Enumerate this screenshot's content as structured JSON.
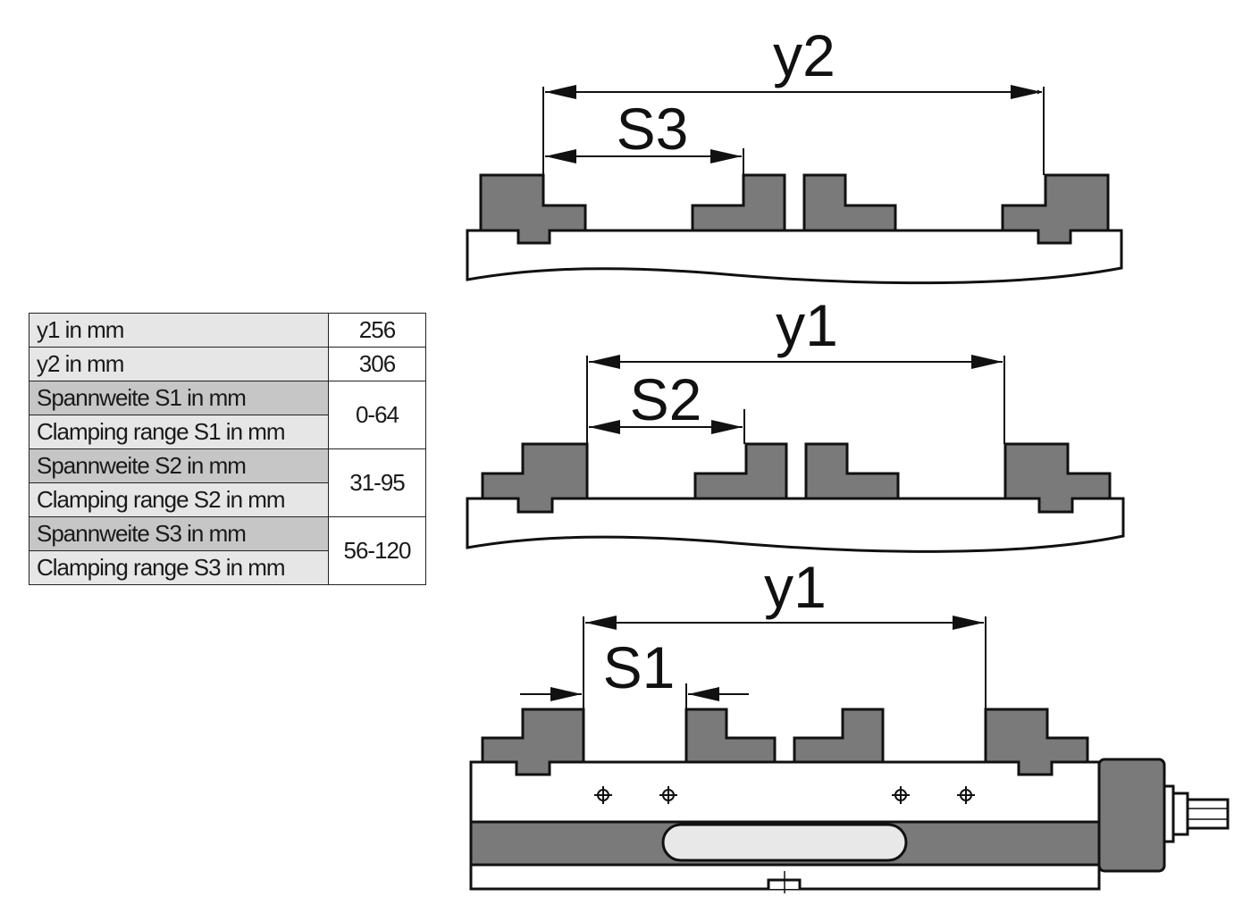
{
  "table": {
    "rows": [
      {
        "label": "y1 in mm",
        "value": "256"
      },
      {
        "label": "y2 in mm",
        "value": "306"
      },
      {
        "label_de": "Spannweite S1 in mm",
        "label_en": "Clamping range S1 in mm",
        "value": "0-64"
      },
      {
        "label_de": "Spannweite S2 in mm",
        "label_en": "Clamping range S2 in mm",
        "value": "31-95"
      },
      {
        "label_de": "Spannweite S3 in mm",
        "label_en": "Clamping range S3 in mm",
        "value": "56-120"
      }
    ]
  },
  "diagram": {
    "config_y2_s3": {
      "y_label": "y2",
      "s_label": "S3"
    },
    "config_y1_s2": {
      "y_label": "y1",
      "s_label": "S2"
    },
    "config_y1_s1": {
      "y_label": "y1",
      "s_label": "S1"
    }
  },
  "colors": {
    "jaw_fill": "#7a7a7a",
    "line": "#111111",
    "table_label_bg": "#e6e6e6",
    "table_label_dark_bg": "#c6c6c6"
  }
}
